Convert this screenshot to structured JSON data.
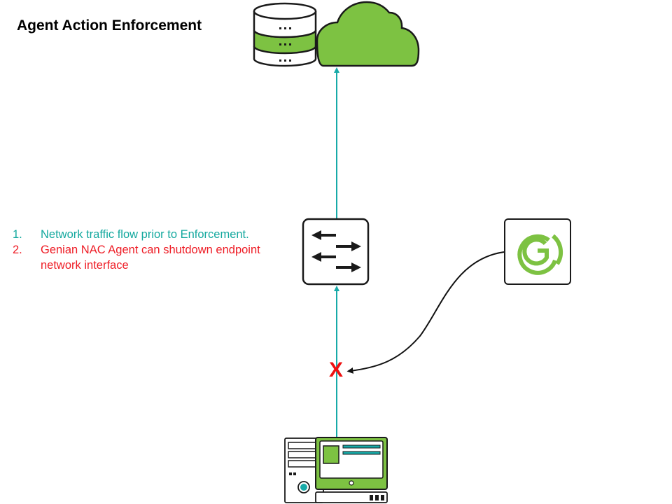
{
  "title": "Agent Action Enforcement",
  "notes": [
    {
      "number": "1.",
      "text": "Network traffic flow prior to Enforcement.",
      "color": "#13a89e"
    },
    {
      "number": "2.",
      "text": "Genian NAC Agent can shutdown endpoint network interface",
      "color": "#ee1c25"
    }
  ],
  "blocked_marker": "X",
  "colors": {
    "accent_green": "#7dc242",
    "flow_teal": "#17aaa8",
    "block_red": "#ee1111",
    "outline": "#1a1a1a"
  },
  "nodes": {
    "database": {
      "label": "database-icon",
      "dots": "..."
    },
    "cloud": {
      "label": "cloud-icon"
    },
    "switch": {
      "label": "network-switch-icon"
    },
    "genian_agent": {
      "label": "genian-logo-icon"
    },
    "endpoint": {
      "label": "desktop-computer-icon"
    }
  }
}
